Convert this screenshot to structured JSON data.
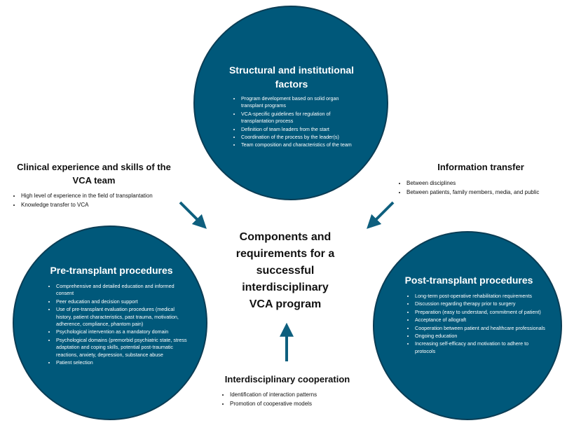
{
  "center": {
    "lines": [
      "Components and",
      "requirements for a",
      "successful",
      "interdisciplinary",
      "VCA program"
    ]
  },
  "structural": {
    "title_lines": [
      "Structural and institutional",
      "factors"
    ],
    "items": [
      "Program development based on solid organ transplant programs",
      "VCA-specific guidelines for regulation of transplantation process",
      "Definition of team leaders from the start",
      "Coordination of the process by the leader(s)",
      "Team composition and characteristics of the team"
    ]
  },
  "clinical": {
    "title_lines": [
      "Clinical experience and skills of the",
      "VCA team"
    ],
    "items": [
      "High level of experience in the field of transplantation",
      "Knowledge transfer to VCA"
    ]
  },
  "information": {
    "title": "Information transfer",
    "items": [
      "Between disciplines",
      "Between patients, family members, media, and public"
    ]
  },
  "pre": {
    "title": "Pre-transplant procedures",
    "items": [
      "Comprehensive and detailed education and informed consent",
      "Peer education and decision support",
      "Use of pre-transplant evaluation procedures (medical history, patient characteristics, past trauma, motivation, adherence, compliance, phantom pain)",
      "Psychological intervention as a mandatory domain",
      "Psychological domains (premorbid psychiatric state, stress adaptation and coping skills, potential post-traumatic reactions, anxiety, depression, substance abuse",
      "Patient selection"
    ]
  },
  "post": {
    "title": "Post-transplant procedures",
    "items": [
      "Long-term post-operative rehabilitation requirements",
      "Discussion regarding therapy prior to surgery",
      "Preparation (easy to understand, commitment of patient)",
      "Acceptance of allograft",
      "Cooperation between patient and healthcare professionals",
      "Ongoing education",
      "Increasing self-efficacy and motivation to adhere to protocols"
    ]
  },
  "interdisciplinary": {
    "title": "Interdisciplinary cooperation",
    "items": [
      "Identification of interaction patterns",
      "Promotion of cooperative models"
    ]
  },
  "colors": {
    "circle_fill": "#00587a",
    "circle_border": "#0a3d55",
    "arrow": "#0e5f7e"
  }
}
